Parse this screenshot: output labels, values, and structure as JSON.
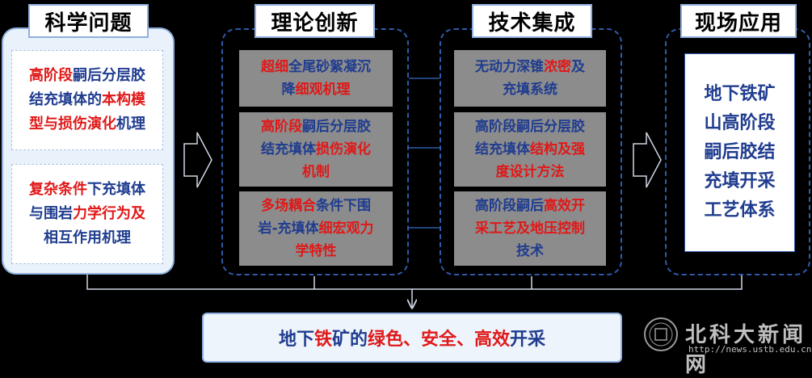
{
  "titles": {
    "science": "科学问题",
    "theory": "理论创新",
    "tech": "技术集成",
    "field": "现场应用"
  },
  "science_cards": [
    {
      "lines": [
        [
          {
            "t": "高阶段",
            "c": "red"
          },
          {
            "t": "嗣后分层胶",
            "c": "blue"
          }
        ],
        [
          {
            "t": "结充填体的",
            "c": "blue"
          },
          {
            "t": "本构模",
            "c": "red"
          }
        ],
        [
          {
            "t": "型与损伤演化",
            "c": "red"
          },
          {
            "t": "机理",
            "c": "blue"
          }
        ]
      ]
    },
    {
      "lines": [
        [
          {
            "t": "复杂条件",
            "c": "red"
          },
          {
            "t": "下充填体",
            "c": "blue"
          }
        ],
        [
          {
            "t": "与围岩",
            "c": "blue"
          },
          {
            "t": "力学行为及",
            "c": "red"
          }
        ],
        [
          {
            "t": "相互作用机理",
            "c": "blue"
          }
        ]
      ]
    }
  ],
  "theory_cards": [
    {
      "lines": [
        [
          {
            "t": "超细",
            "c": "red"
          },
          {
            "t": "全尾砂絮凝沉",
            "c": "blue"
          }
        ],
        [
          {
            "t": "降",
            "c": "blue"
          },
          {
            "t": "细观机理",
            "c": "red"
          }
        ]
      ]
    },
    {
      "lines": [
        [
          {
            "t": "高阶段",
            "c": "red"
          },
          {
            "t": "嗣后分层胶",
            "c": "blue"
          }
        ],
        [
          {
            "t": "结充填体",
            "c": "blue"
          },
          {
            "t": "损伤演化",
            "c": "red"
          }
        ],
        [
          {
            "t": "机制",
            "c": "red"
          }
        ]
      ]
    },
    {
      "lines": [
        [
          {
            "t": "多场耦合",
            "c": "red"
          },
          {
            "t": "条件下围",
            "c": "blue"
          }
        ],
        [
          {
            "t": "岩-充填体",
            "c": "blue"
          },
          {
            "t": "细宏观力",
            "c": "red"
          }
        ],
        [
          {
            "t": "学特性",
            "c": "red"
          }
        ]
      ]
    }
  ],
  "tech_cards": [
    {
      "lines": [
        [
          {
            "t": "无动力深锥",
            "c": "blue"
          },
          {
            "t": "浓密",
            "c": "red"
          },
          {
            "t": "及",
            "c": "blue"
          }
        ],
        [
          {
            "t": "充填系统",
            "c": "blue"
          }
        ]
      ]
    },
    {
      "lines": [
        [
          {
            "t": "高阶段嗣后分层胶",
            "c": "blue"
          }
        ],
        [
          {
            "t": "结充填体",
            "c": "blue"
          },
          {
            "t": "结构及强",
            "c": "red"
          }
        ],
        [
          {
            "t": "度设计方法",
            "c": "red"
          }
        ]
      ]
    },
    {
      "lines": [
        [
          {
            "t": "高阶段嗣后",
            "c": "blue"
          },
          {
            "t": "高效开",
            "c": "red"
          }
        ],
        [
          {
            "t": "采工艺及地压控制",
            "c": "red"
          }
        ],
        [
          {
            "t": "技术",
            "c": "blue"
          }
        ]
      ]
    }
  ],
  "field_lines": [
    "地下铁矿",
    "山高阶段",
    "嗣后胶结",
    "充填开采",
    "工艺体系"
  ],
  "result": [
    {
      "t": "地下",
      "c": "blue"
    },
    {
      "t": "铁",
      "c": "red"
    },
    {
      "t": "矿的",
      "c": "blue"
    },
    {
      "t": "绿色、安全、高效",
      "c": "red"
    },
    {
      "t": "开采",
      "c": "blue"
    }
  ],
  "watermark": {
    "name": "北科大新闻网",
    "url": "http://news.ustb.edu.cn"
  },
  "colors": {
    "red": "#e01818",
    "blue": "#1f3c8f",
    "panel_border": "#8fb0de",
    "dashed": "#2f5aa8"
  }
}
